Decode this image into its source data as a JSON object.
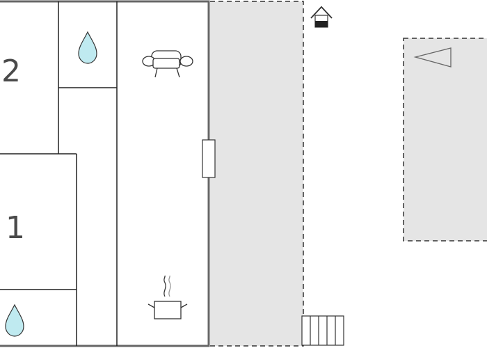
{
  "floorplan": {
    "rooms": [
      {
        "id": "room-2",
        "label": "2",
        "kind": "bedroom"
      },
      {
        "id": "room-1",
        "label": "1",
        "kind": "bedroom"
      }
    ],
    "symbols": [
      "water-drop-icon",
      "water-drop-icon",
      "sofa-icon",
      "cooking-pot-icon",
      "door-icon",
      "house-icon",
      "stairs-icon",
      "sun-direction-icon"
    ],
    "colors": {
      "wall": "#555555",
      "terrace_fill": "#e5e5e5",
      "water_drop": "#bfeaf0",
      "icon_stroke": "#333333"
    }
  }
}
